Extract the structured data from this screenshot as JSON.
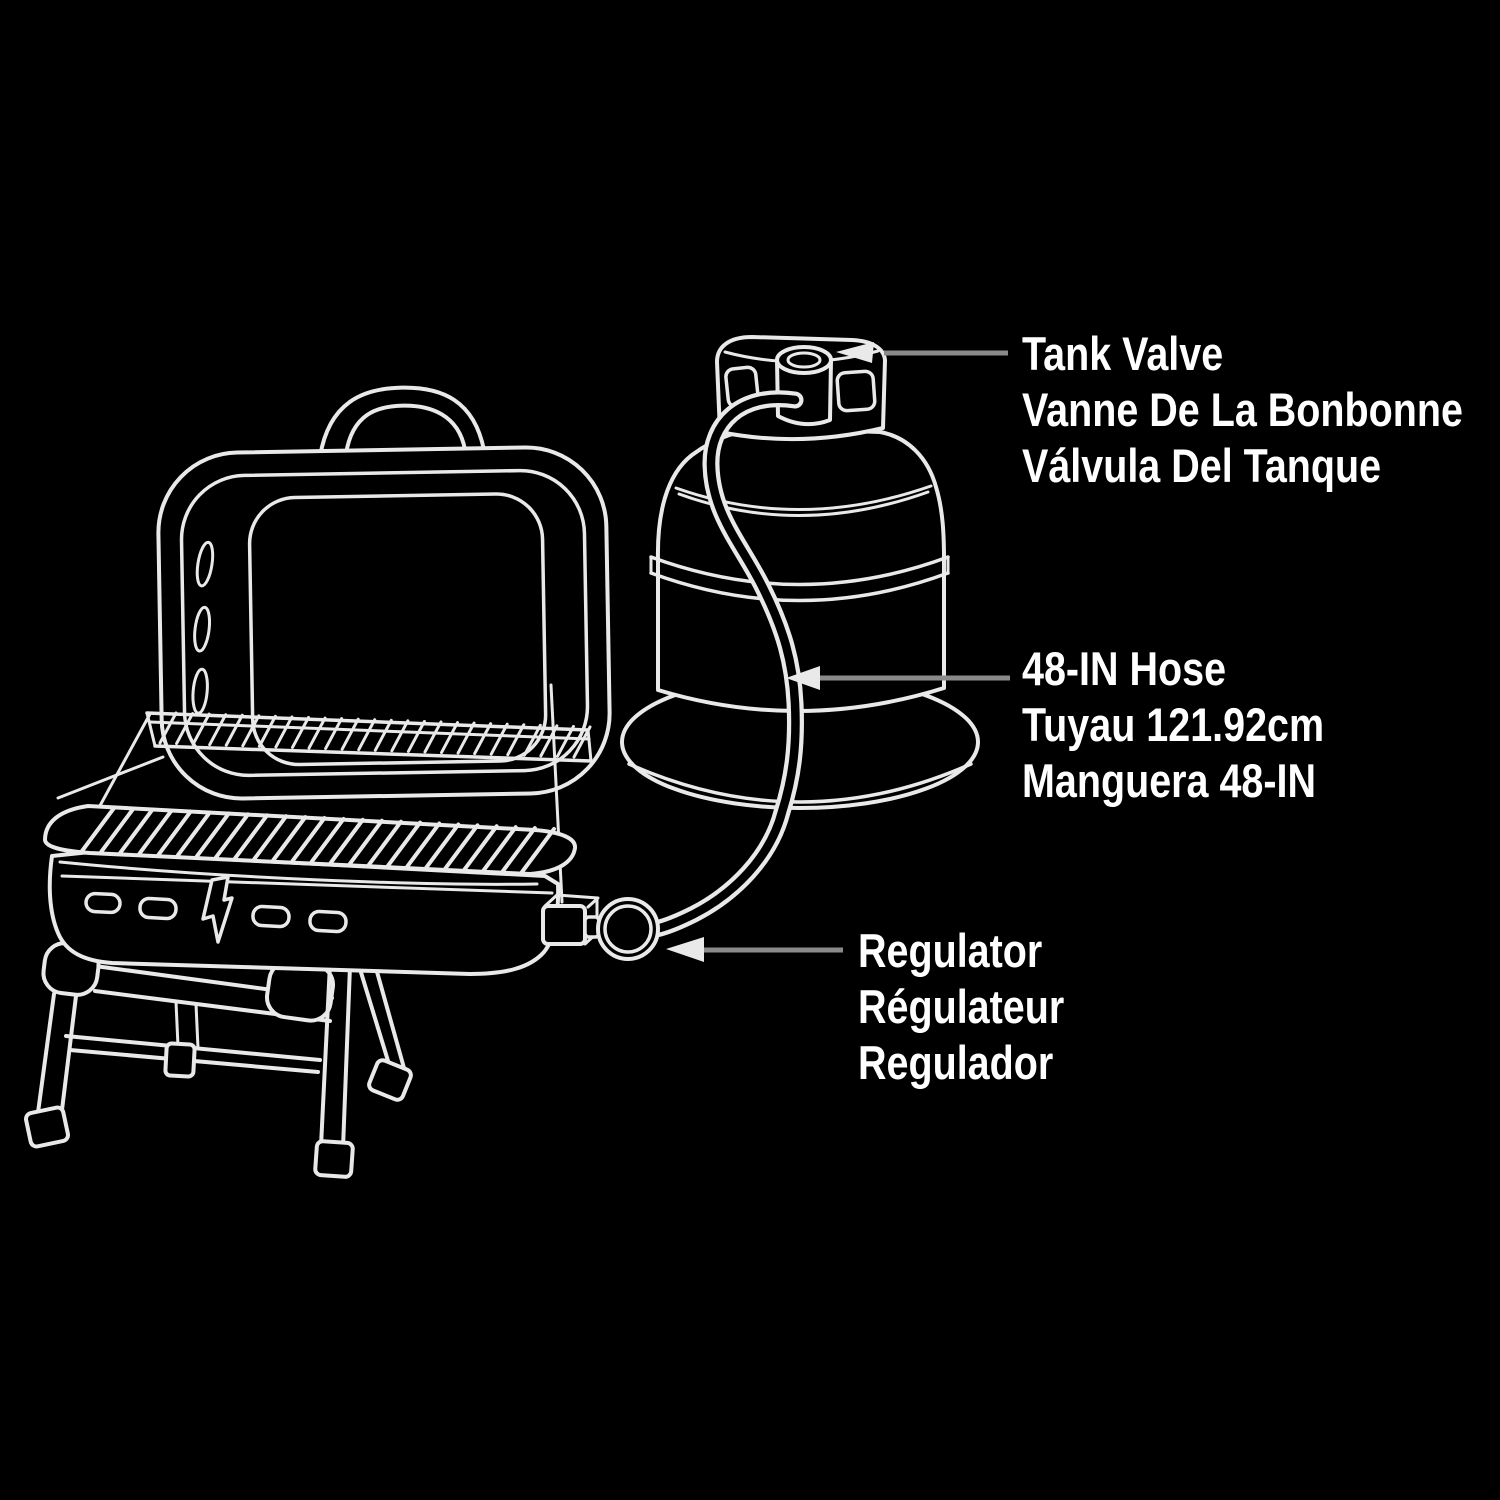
{
  "colors": {
    "background": "#000000",
    "artwork_line": "#e9e9e9",
    "leader_line": "#8a8a8a",
    "label_text": "#ffffff"
  },
  "diagram": {
    "callouts": [
      {
        "id": "tank-valve",
        "lines": [
          "Tank Valve",
          "Vanne De La Bonbonne",
          "Válvula Del Tanque"
        ]
      },
      {
        "id": "hose",
        "lines": [
          "48-IN Hose",
          "Tuyau 121.92cm",
          "Manguera 48-IN"
        ]
      },
      {
        "id": "regulator",
        "lines": [
          "Regulator",
          "Régulateur",
          "Regulador"
        ]
      }
    ]
  }
}
